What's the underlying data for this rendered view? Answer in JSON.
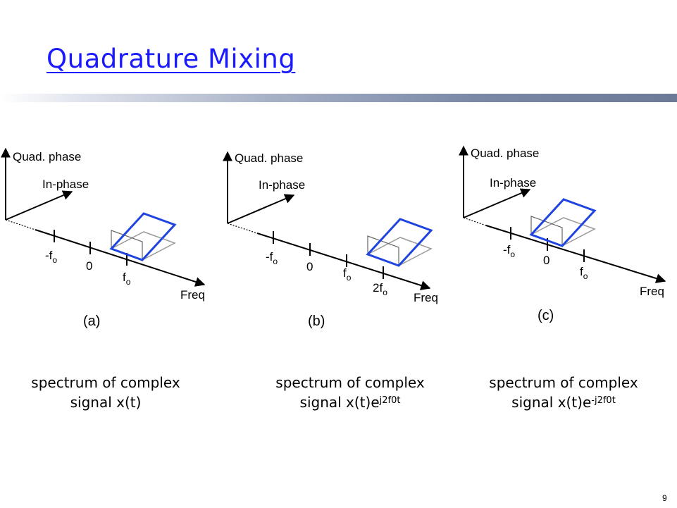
{
  "slide": {
    "title": "Quadrature Mixing",
    "page_number": "9"
  },
  "diagrams": [
    {
      "axis_labels": {
        "quad": "Quad. phase",
        "inphase": "In-phase",
        "freq": "Freq"
      },
      "ticks": [
        {
          "base": "-f",
          "sub": "o"
        },
        {
          "base": "0",
          "sub": ""
        },
        {
          "base": "f",
          "sub": "o"
        }
      ],
      "label": "(a)",
      "caption": {
        "line1": "spectrum of complex",
        "line2": "signal x(t)",
        "superscript": ""
      }
    },
    {
      "axis_labels": {
        "quad": "Quad. phase",
        "inphase": "In-phase",
        "freq": "Freq"
      },
      "ticks": [
        {
          "base": "-f",
          "sub": "o"
        },
        {
          "base": "0",
          "sub": ""
        },
        {
          "base": "f",
          "sub": "o"
        },
        {
          "base": "2f",
          "sub": "o"
        }
      ],
      "label": "(b)",
      "caption": {
        "line1": "spectrum of complex",
        "line2": "signal x(t)e",
        "superscript": "j2f0t"
      }
    },
    {
      "axis_labels": {
        "quad": "Quad. phase",
        "inphase": "In-phase",
        "freq": "Freq"
      },
      "ticks": [
        {
          "base": "-f",
          "sub": "o"
        },
        {
          "base": "0",
          "sub": ""
        },
        {
          "base": "f",
          "sub": "o"
        }
      ],
      "label": "(c)",
      "caption": {
        "line1": "spectrum of complex",
        "line2": "signal x(t)e",
        "superscript": "-j2f0t"
      }
    }
  ],
  "colors": {
    "spectrum_blue": "#1f44e0",
    "shadow_gray": "#9a9a9a",
    "title_blue": "#1a1aff"
  }
}
